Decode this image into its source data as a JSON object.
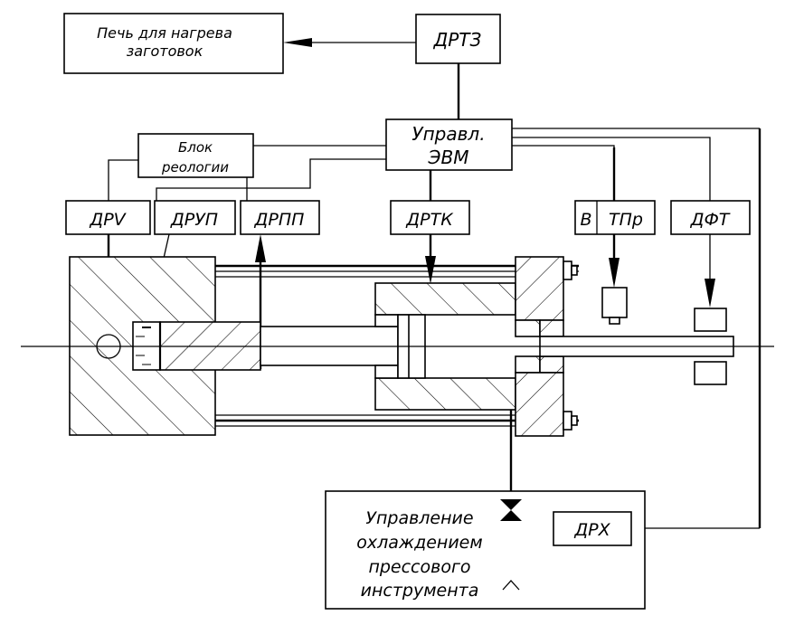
{
  "diagram": {
    "title": "Схема управления прессованием",
    "blocks": {
      "furnace": {
        "line1": "Печь для нагрева",
        "line2": "заготовок"
      },
      "drtz": {
        "label": "ДРТЗ"
      },
      "computer": {
        "line1": "Управл.",
        "line2": "ЭВМ"
      },
      "rheology": {
        "line1": "Блок",
        "line2": "реологии"
      },
      "drv": {
        "label": "ДРV"
      },
      "drup": {
        "label": "ДРУП"
      },
      "drpp": {
        "label": "ДРПП"
      },
      "drtk": {
        "label": "ДРТК"
      },
      "v": {
        "label": "В"
      },
      "tpr": {
        "label": "ТПр"
      },
      "dft": {
        "label": "ДФТ"
      },
      "cooling": {
        "line1": "Управление",
        "line2": "охлаждением",
        "line3": "прессового",
        "line4": "инструмента"
      },
      "drh": {
        "label": "ДРХ"
      }
    },
    "colors": {
      "stroke": "#000000",
      "background": "#ffffff"
    }
  }
}
